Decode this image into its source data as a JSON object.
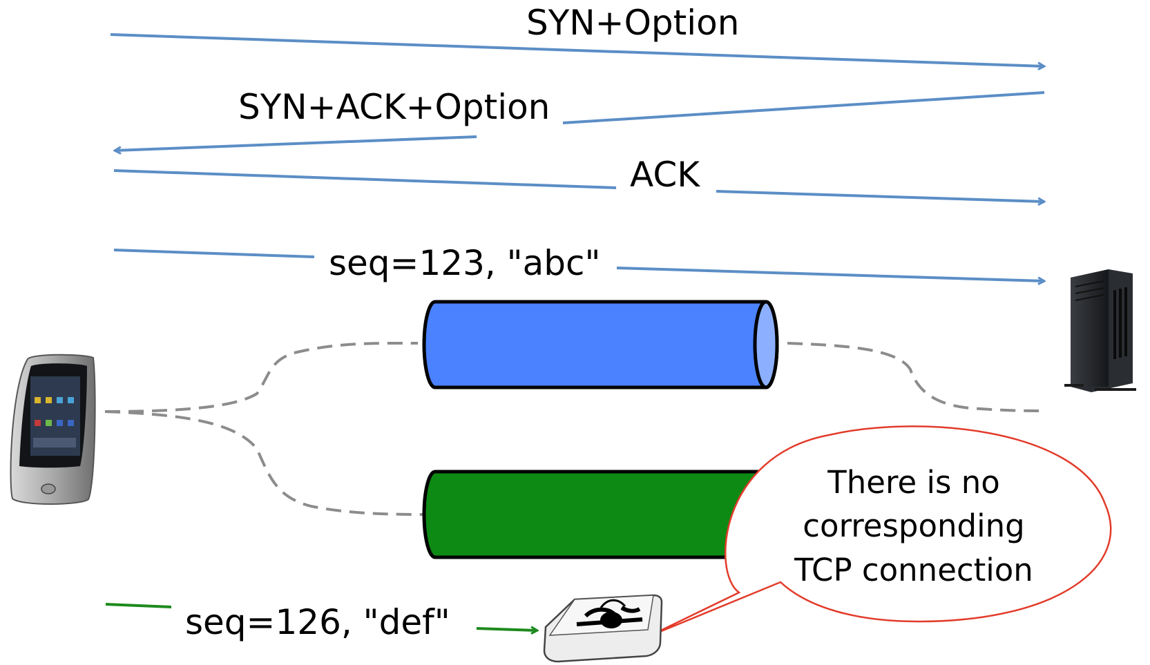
{
  "messages": {
    "syn": "SYN+Option",
    "synack": "SYN+ACK+Option",
    "ack": "ACK",
    "seq1": "seq=123, \"abc\"",
    "seq2": "seq=126, \"def\""
  },
  "callout": {
    "line1": "There is no",
    "line2": "corresponding",
    "line3": "TCP connection"
  },
  "colors": {
    "arrow_blue": "#5b8ec6",
    "arrow_green": "#1d8a1d",
    "tube_blue": "#4a82ff",
    "tube_green": "#0d8a13",
    "dashed": "#8c8c8c",
    "callout_stroke": "#e23b2a"
  },
  "icons": {
    "client": "smartphone-icon",
    "server": "server-tower-icon",
    "middlebox": "middlebox-skull-icon"
  }
}
